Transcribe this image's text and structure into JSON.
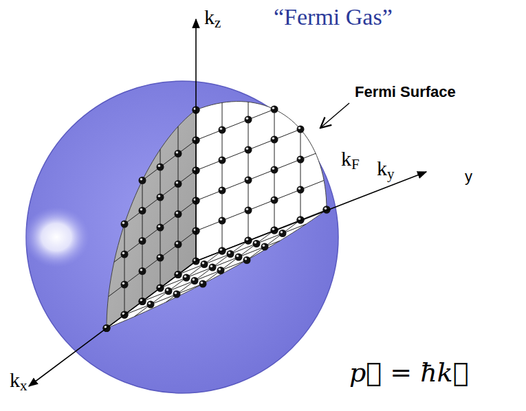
{
  "diagram": {
    "title": "“Fermi Gas”",
    "labels": [
      "kz",
      "Fermi Surface",
      "kF",
      "ky",
      "y",
      "kx",
      "p⃗ = ħk⃗"
    ]
  }
}
